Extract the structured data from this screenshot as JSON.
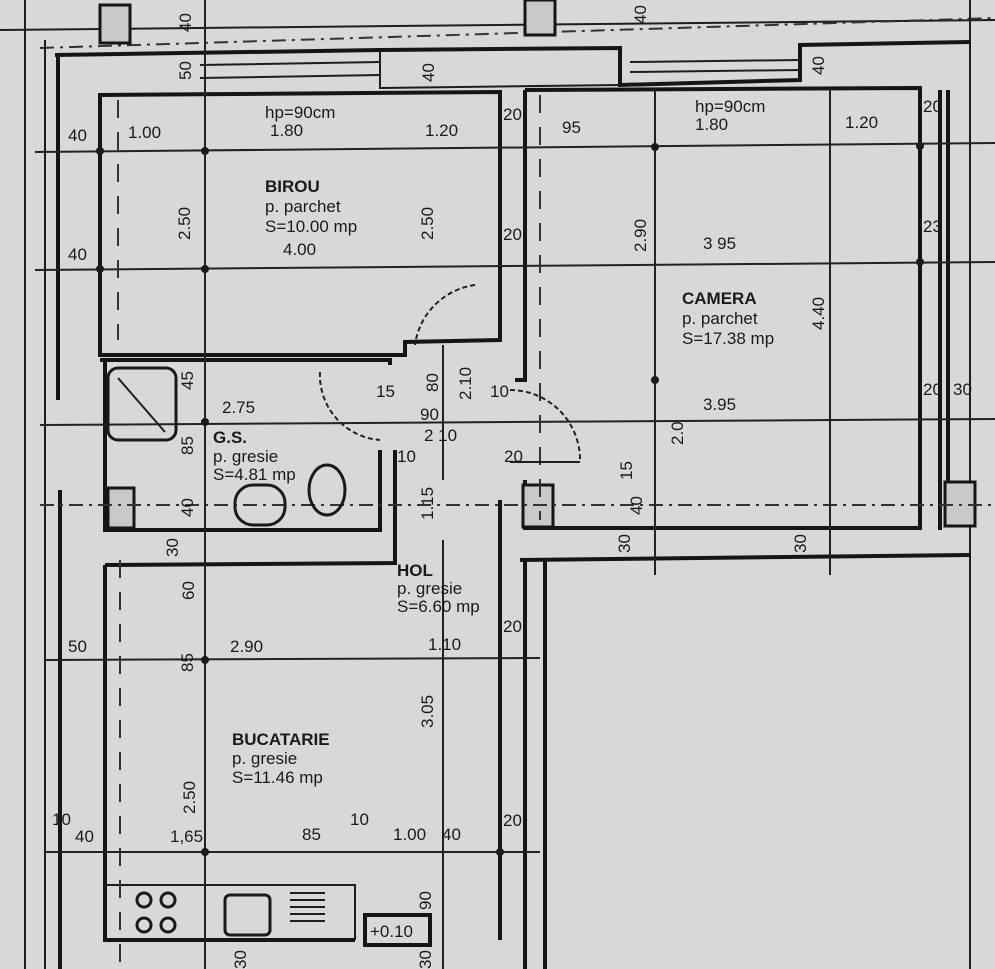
{
  "rooms": {
    "birou": {
      "name": "BIROU",
      "floor": "p. parchet",
      "area": "S=10.00 mp",
      "window_height": "hp=90cm"
    },
    "camera": {
      "name": "CAMERA",
      "floor": "p. parchet",
      "area": "S=17.38 mp",
      "window_height": "hp=90cm"
    },
    "gs": {
      "name": "G.S.",
      "floor": "p. gresie",
      "area": "S=4.81 mp"
    },
    "hol": {
      "name": "HOL",
      "floor": "p. gresie",
      "area": "S=6.60 mp"
    },
    "bucatarie": {
      "name": "BUCATARIE",
      "floor": "p. gresie",
      "area": "S=11.46 mp"
    }
  },
  "dims": [
    "40",
    "1.00",
    "1.80",
    "1.20",
    "40",
    "2.50",
    "2.50",
    "4.00",
    "95",
    "1.80",
    "1.20",
    "2.90",
    "3 95",
    "4.40",
    "45",
    "2.75",
    "85",
    "40",
    "30",
    "15",
    "80",
    "2.10",
    "90",
    "2 10",
    "10",
    "20",
    "3.95",
    "2.0",
    "15",
    "40",
    "30",
    "30",
    "1.15",
    "60",
    "50",
    "2.90",
    "1.10",
    "85",
    "3.05",
    "2.50",
    "40",
    "1,65",
    "85",
    "10",
    "1.00",
    "40",
    "+0.10",
    "90"
  ],
  "edge_dims": [
    "20",
    "20",
    "20",
    "20",
    "20",
    "23",
    "20",
    "30",
    "40",
    "50",
    "40",
    "40",
    "40",
    "15",
    "10",
    "10",
    "30",
    "30"
  ],
  "colors": {
    "paper": "#d7d9d7",
    "ink": "#151515"
  }
}
